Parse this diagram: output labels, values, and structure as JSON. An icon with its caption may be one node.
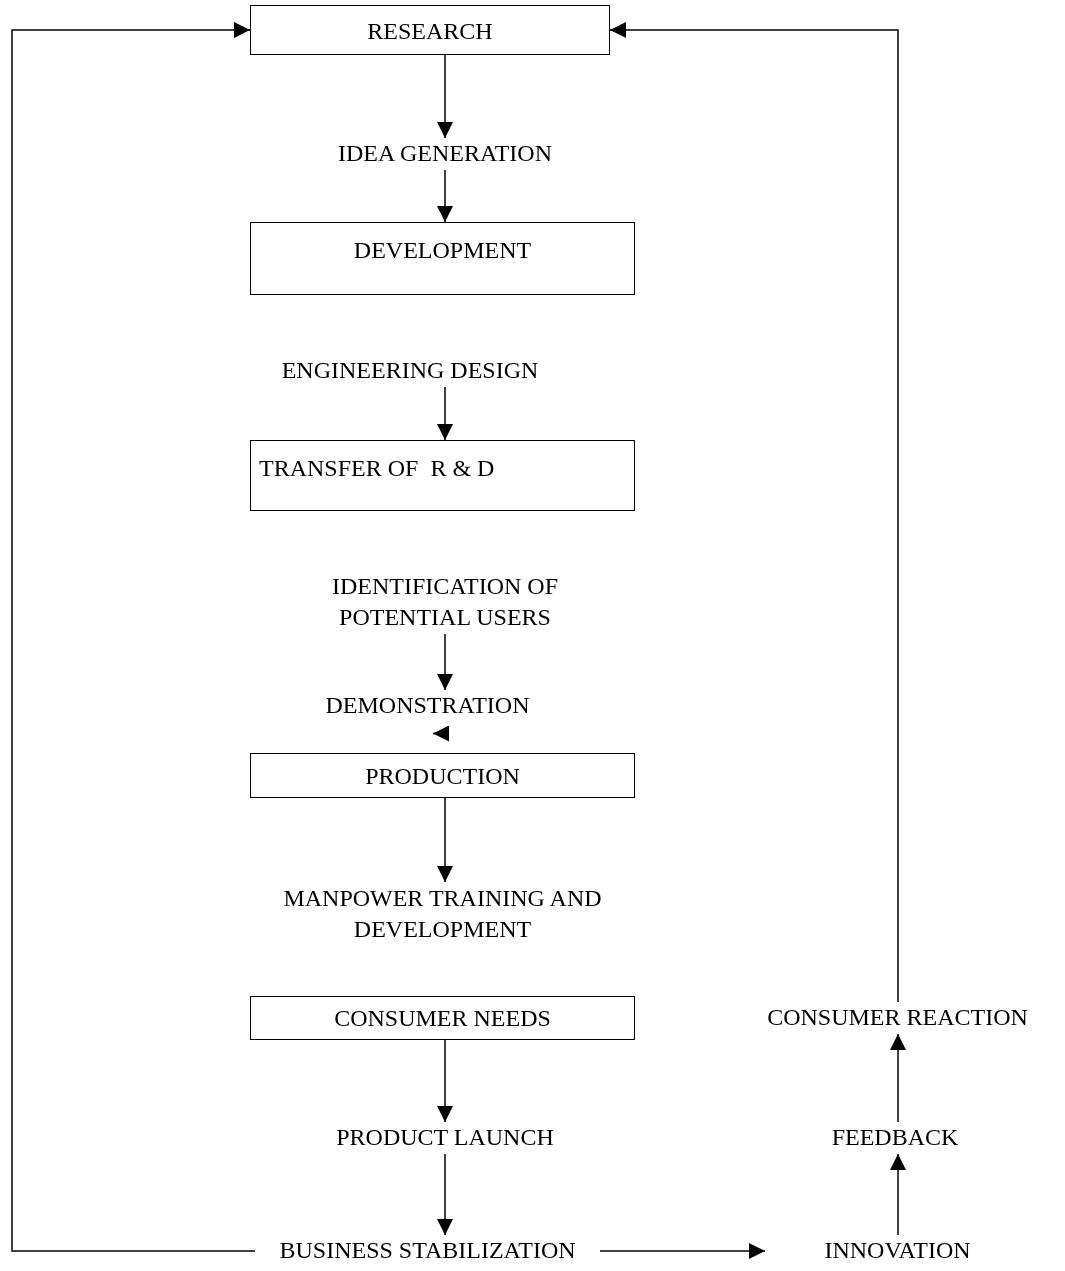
{
  "diagram": {
    "nodes": [
      {
        "text": [
          "RESEARCH"
        ]
      },
      {
        "text": [
          "IDEA GENERATION"
        ]
      },
      {
        "text": [
          "DEVELOPMENT"
        ]
      },
      {
        "text": [
          "ENGINEERING DESIGN"
        ]
      },
      {
        "text": [
          "TRANSFER OF  R & D"
        ]
      },
      {
        "text": [
          "IDENTIFICATION OF POTENTIAL USERS"
        ]
      },
      {
        "text": [
          "DEMONSTRATION"
        ]
      },
      {
        "text": [
          "PRODUCTION"
        ]
      },
      {
        "text": [
          "MANPOWER TRAINING AND DEVELOPMENT"
        ]
      },
      {
        "text": [
          "CONSUMER NEEDS"
        ]
      },
      {
        "text": [
          "PRODUCT LAUNCH"
        ]
      },
      {
        "text": [
          "BUSINESS STABILIZATION"
        ]
      },
      {
        "text": [
          "INNOVATION"
        ]
      },
      {
        "text": [
          "FEEDBACK"
        ]
      },
      {
        "text": [
          "CONSUMER REACTION"
        ]
      }
    ],
    "edges": [
      {
        "from": 0,
        "to": 1,
        "arrow": "to"
      },
      {
        "from": 1,
        "to": 2,
        "arrow": "to"
      },
      {
        "from": 3,
        "to": 4,
        "arrow": "to"
      },
      {
        "from": 5,
        "to": 6,
        "arrow": "to"
      },
      {
        "from": 7,
        "to": 8,
        "arrow": "to"
      },
      {
        "from": 9,
        "to": 10,
        "arrow": "to"
      },
      {
        "from": 10,
        "to": 11,
        "arrow": "to"
      },
      {
        "from": 11,
        "to": 0,
        "arrow": "to"
      },
      {
        "from": 11,
        "to": 12,
        "arrow": "to"
      },
      {
        "from": 12,
        "to": 13,
        "arrow": "to"
      },
      {
        "from": 13,
        "to": 14,
        "arrow": "to"
      },
      {
        "from": 14,
        "to": 0,
        "arrow": "to"
      },
      {
        "from": 6,
        "to": 7,
        "arrow": "to"
      }
    ]
  }
}
